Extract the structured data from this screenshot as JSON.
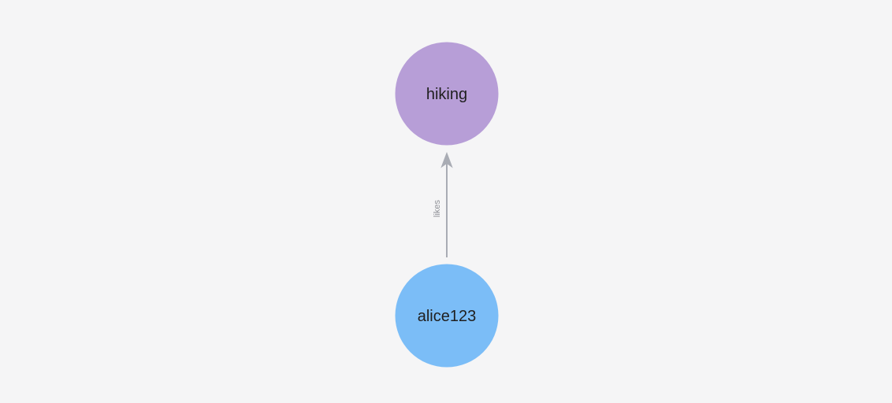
{
  "canvas": {
    "background": "#f5f5f6"
  },
  "graph": {
    "nodes": [
      {
        "id": "hiking",
        "label": "hiking",
        "color": "#b79ed7"
      },
      {
        "id": "alice123",
        "label": "alice123",
        "color": "#7bbdf7"
      }
    ],
    "edges": [
      {
        "from": "alice123",
        "to": "hiking",
        "label": "likes",
        "color": "#a9acb4",
        "direction": "up"
      }
    ]
  },
  "colors": {
    "node_label_text": "#202020",
    "edge_label_text": "#8f9197"
  }
}
